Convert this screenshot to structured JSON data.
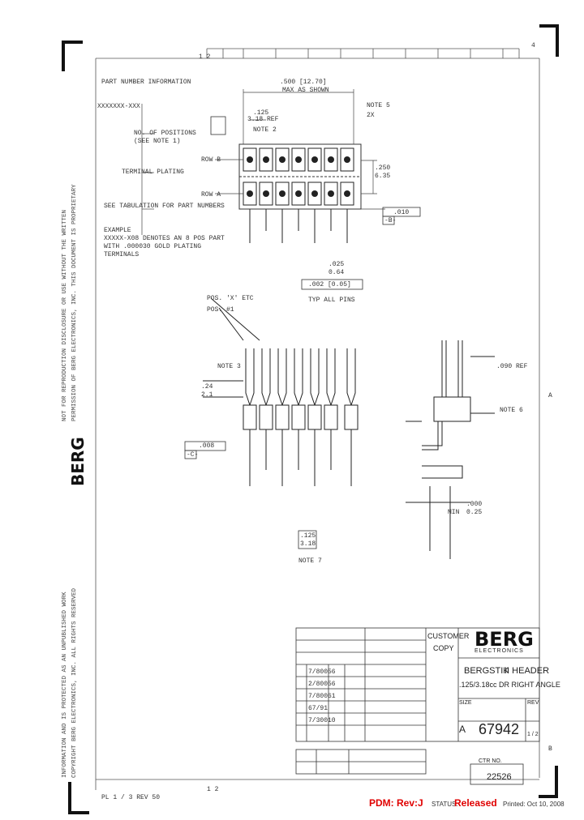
{
  "drawing": {
    "header_section": "PART NUMBER INFORMATION",
    "part_number_example": "XXXXXXX-XXX",
    "no_of_positions": "NO. OF POSITIONS",
    "see_note": "(SEE NOTE 1)",
    "terminal_plating": "TERMINAL PLATING",
    "see_tabulation": "SEE TABULATION FOR PART NUMBERS",
    "example_label": "EXAMPLE",
    "example_text_1": "XXXXX-X08 DENOTES AN 8 POS PART",
    "example_text_2": "WITH .000030 GOLD PLATING",
    "example_text_3": "TERMINALS",
    "dim_a": ".500 [12.70]",
    "dim_a_note": "MAX AS SHOWN",
    "dim_b": ".125",
    "dim_b2": "3.18 REF",
    "note2": "NOTE 2",
    "note5": "NOTE 5",
    "note5b": "2X",
    "row_b": "ROW B",
    "row_a": "ROW A",
    "dim_c": ".250",
    "dim_c2": "6.35",
    "tol_a": ".010",
    "tol_a_sub": "-B-",
    "dim_pin": ".025",
    "dim_pin2": "0.64",
    "tol_pos": ".002 [0.05]",
    "typ_pins": "TYP ALL PINS",
    "pos_last": "POS. 'X' ETC",
    "pos_1": "POS. #1",
    "note3": "NOTE 3",
    "dim_d": ".24",
    "dim_d2": "2.1",
    "tol_c": ".008",
    "tol_c_sub": "-C-",
    "dip_ref": ".090 REF",
    "note6": "NOTE 6",
    "dim_e": ".125",
    "dim_e2": "3.18",
    "note7": "NOTE 7",
    "min_dim": "MIN",
    "dim_f": ".000",
    "dim_f2": "0.25"
  },
  "side_notes": [
    "NOT FOR REPRODUCTION DISCLOSURE OR USE WITHOUT THE WRITTEN",
    "PERMISSION OF BERG ELECTRONICS, INC. THIS DOCUMENT IS PROPRIETARY",
    "INFORMATION AND IS PROTECTED AS AN UNPUBLISHED WORK",
    "COPYRIGHT BERG ELECTRONICS, INC. ALL RIGHTS RESERVED"
  ],
  "side_logo": "BERG",
  "title_block": {
    "customer_copy_1": "CUSTOMER",
    "customer_copy_2": "COPY",
    "logo": "BERG",
    "logo_sub": "ELECTRONICS",
    "title_1": "BERGSTIK",
    "title_2": "II HEADER",
    "title_3": ".125/3.18cc DR RIGHT ANGLE",
    "size_label": "SIZE",
    "size_value": "A",
    "dwg_no": "67942",
    "sheet": "1 / 2",
    "rev_label": "REV",
    "dwg_number_box": "22526",
    "ctr_label": "CTR NO.",
    "table_rows": [
      "7/80056",
      "2/80056",
      "7/80061",
      "67/91",
      "7/30010"
    ]
  },
  "frame": {
    "zone_top_left": "1  2",
    "zone_top_right": "4",
    "zone_bottom": "1  2",
    "zone_right_a": "A",
    "zone_right_b": "B",
    "bottom_left_text": "PL 1 / 3 REV 50"
  },
  "footer": {
    "pdm": "PDM: Rev:J",
    "status_prefix": "STATUS:",
    "status_value": "Released",
    "printed": "Printed: Oct 10, 2008"
  }
}
